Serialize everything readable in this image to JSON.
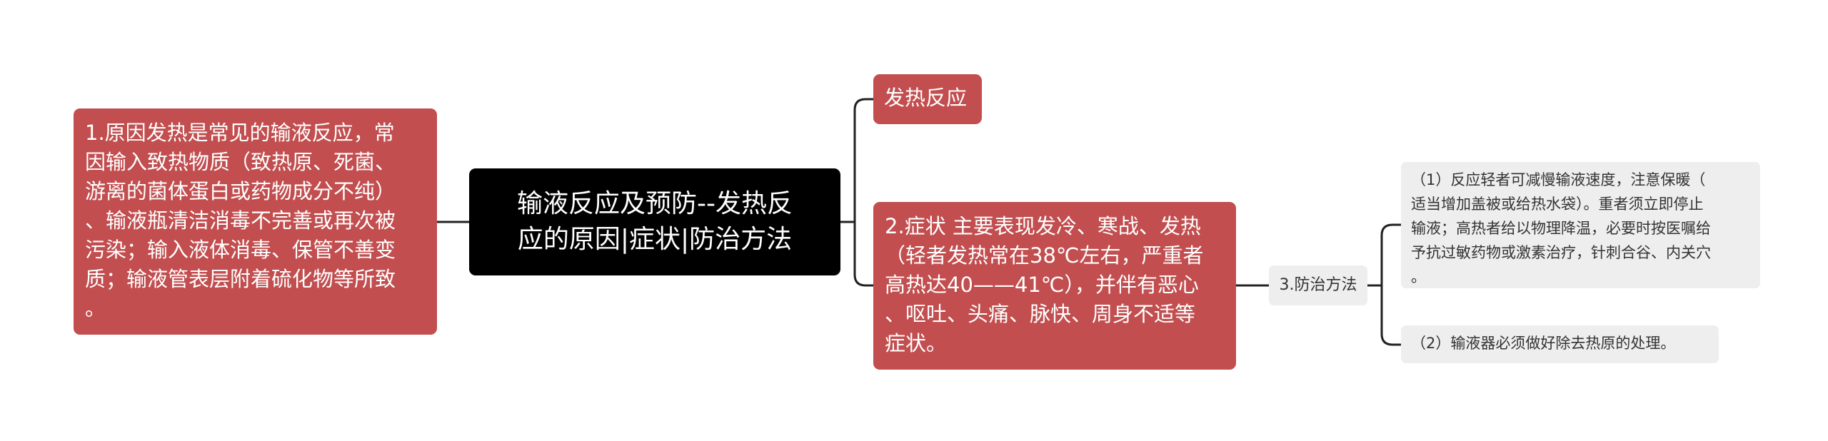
{
  "colors": {
    "root_bg": "#000000",
    "main_branch_bg": "#c24e4f",
    "leaf_bg": "#eeeeee",
    "line": "#222222"
  },
  "root": {
    "text": "输液反应及预防--发热反\n应的原因|症状|防治方法"
  },
  "left": {
    "text": "1.原因发热是常见的输液反应，常\n因输入致热物质（致热原、死菌、\n游离的菌体蛋白或药物成分不纯）\n、输液瓶清洁消毒不完善或再次被\n污染；输入液体消毒、保管不善变\n质；输液管表层附着硫化物等所致\n。"
  },
  "right": {
    "reaction": {
      "text": "发热反应"
    },
    "symptoms": {
      "text": "2.症状 主要表现发冷、寒战、发热\n（轻者发热常在38℃左右，严重者\n高热达40——41℃），并伴有恶心\n、呕吐、头痛、脉快、周身不适等\n症状。"
    },
    "prevention": {
      "label": "3.防治方法",
      "items": [
        {
          "text": "（1）反应轻者可减慢输液速度，注意保暖（\n适当增加盖被或给热水袋）。重者须立即停止\n输液；高热者给以物理降温，必要时按医嘱给\n予抗过敏药物或激素治疗，针刺合谷、内关穴\n。"
        },
        {
          "text": "（2）输液器必须做好除去热原的处理。"
        }
      ]
    }
  }
}
